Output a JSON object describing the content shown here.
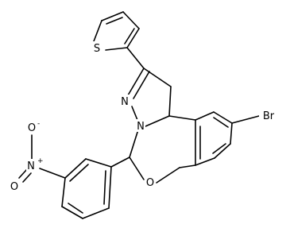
{
  "atoms": {
    "S": "S",
    "N1": "N",
    "N2": "N",
    "O_ring": "O",
    "Br": "Br",
    "N_nitro": "N",
    "N_nitro_charge": "+",
    "O_nitro_up": "O",
    "O_nitro_up_charge": "-",
    "O_nitro_down": "O"
  }
}
